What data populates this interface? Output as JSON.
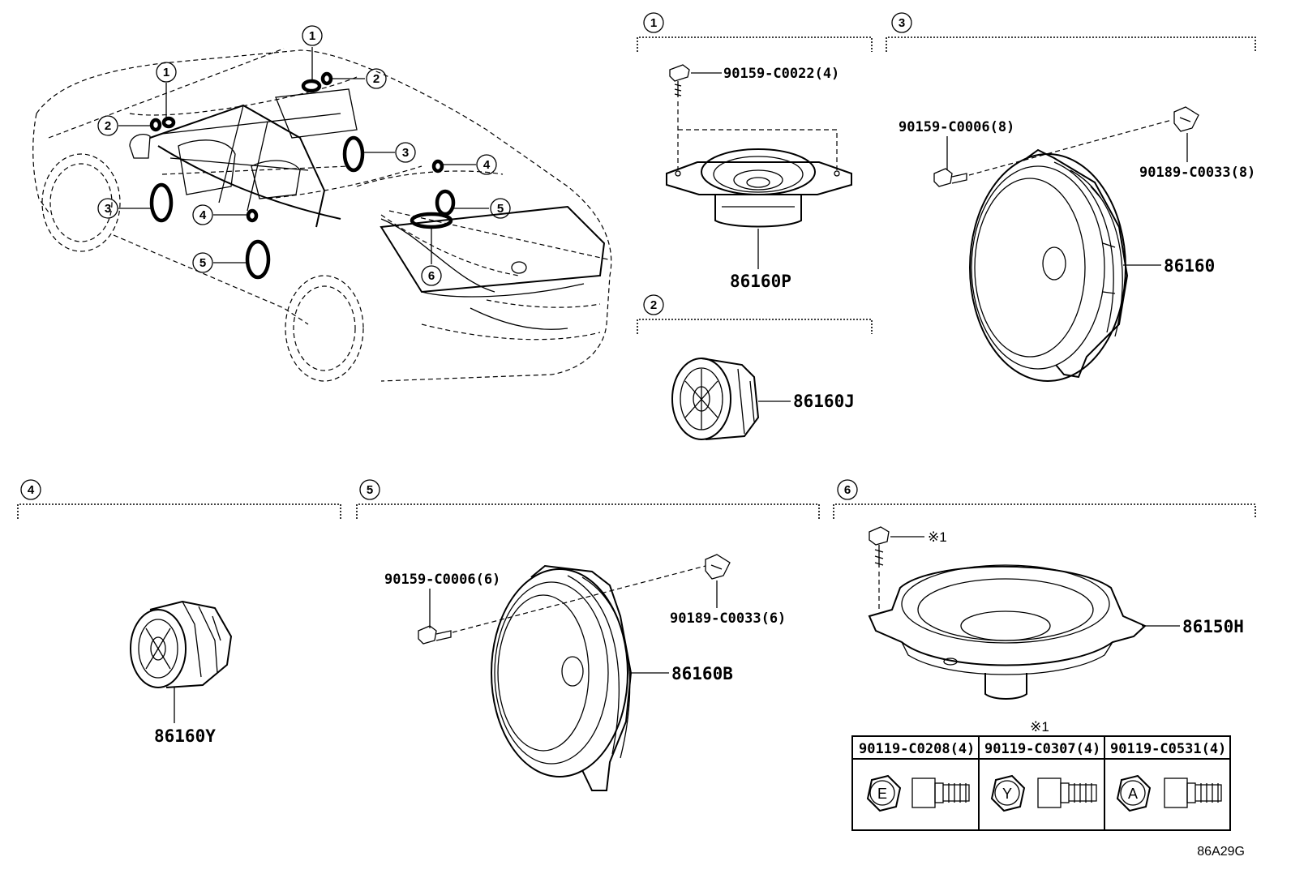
{
  "diagram_code": "86A29G",
  "car_callouts": [
    "1",
    "1",
    "2",
    "2",
    "3",
    "3",
    "4",
    "4",
    "5",
    "5",
    "6"
  ],
  "sections": [
    {
      "number": "1",
      "parts": [
        "90159-C0022(4)",
        "86160P"
      ]
    },
    {
      "number": "2",
      "parts": [
        "86160J"
      ]
    },
    {
      "number": "3",
      "parts": [
        "90159-C0006(8)",
        "90189-C0033(8)",
        "86160"
      ]
    },
    {
      "number": "4",
      "parts": [
        "86160Y"
      ]
    },
    {
      "number": "5",
      "parts": [
        "90159-C0006(6)",
        "90189-C0033(6)",
        "86160B"
      ]
    },
    {
      "number": "6",
      "parts": [
        "※1",
        "86150H"
      ]
    }
  ],
  "bolt_table": {
    "reference": "※1",
    "columns": [
      {
        "part": "90119-C0208(4)",
        "mark": "E"
      },
      {
        "part": "90119-C0307(4)",
        "mark": "Y"
      },
      {
        "part": "90119-C0531(4)",
        "mark": "A"
      }
    ]
  }
}
